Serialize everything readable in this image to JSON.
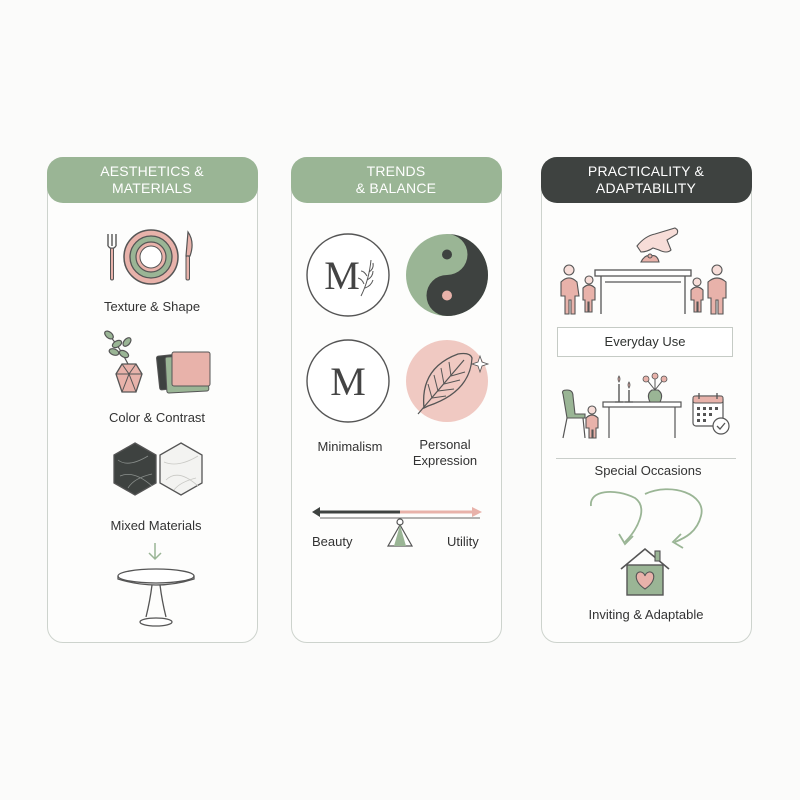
{
  "colors": {
    "sage": "#9ab595",
    "pink": "#e8b2aa",
    "charcoal": "#3e4240",
    "line": "#555"
  },
  "columns": [
    {
      "title_line1": "AESTHETICS &",
      "title_line2": "MATERIALS",
      "items": [
        {
          "label": "Texture & Shape",
          "icon": "place-setting-icon"
        },
        {
          "label": "Color & Contrast",
          "icon": "vase-and-swatches-icon"
        },
        {
          "label": "Mixed Materials",
          "icon": "marble-hexagons-icon"
        },
        {
          "label": "",
          "icon": "round-table-icon"
        }
      ]
    },
    {
      "title_line1": "TRENDS",
      "title_line2": "& BALANCE",
      "items": [
        {
          "label": "Minimalism",
          "icon": "monogram-icon"
        },
        {
          "label_line1": "Personal",
          "label_line2": "Expression",
          "icon": "leaf-icon"
        }
      ],
      "balance": {
        "left": "Beauty",
        "right": "Utility"
      }
    },
    {
      "title_line1": "PRACTICALITY &",
      "title_line2": "ADAPTABILITY",
      "items": [
        {
          "label": "Everyday Use",
          "icon": "family-table-icon"
        },
        {
          "label": "Special Occasions",
          "icon": "event-table-icon"
        },
        {
          "label": "Inviting & Adaptable",
          "icon": "heart-house-icon"
        }
      ]
    }
  ]
}
